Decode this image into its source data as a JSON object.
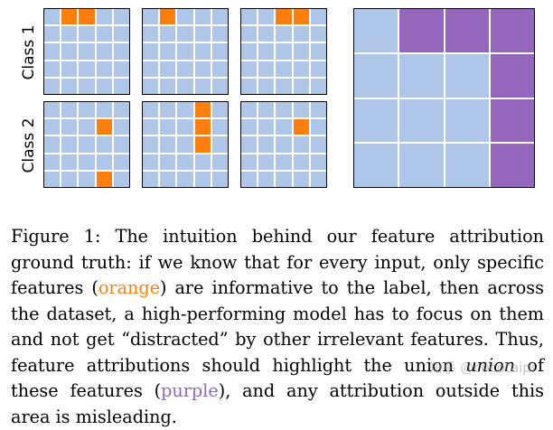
{
  "figure": {
    "row_labels": [
      "Class 1",
      "Class 2"
    ],
    "colors": {
      "feature": "#aec7e8",
      "informative": "#ff7f0e",
      "union": "#9467bd"
    },
    "small_grid_size": 5,
    "small_grids": [
      {
        "class": "Class 1",
        "informative": [
          [
            0,
            1
          ],
          [
            0,
            2
          ]
        ]
      },
      {
        "class": "Class 1",
        "informative": [
          [
            0,
            1
          ]
        ]
      },
      {
        "class": "Class 1",
        "informative": [
          [
            0,
            2
          ],
          [
            0,
            3
          ]
        ]
      },
      {
        "class": "Class 2",
        "informative": [
          [
            1,
            3
          ],
          [
            4,
            3
          ]
        ]
      },
      {
        "class": "Class 2",
        "informative": [
          [
            0,
            3
          ],
          [
            1,
            3
          ],
          [
            2,
            3
          ]
        ]
      },
      {
        "class": "Class 2",
        "informative": [
          [
            1,
            3
          ]
        ]
      }
    ],
    "union_grid": {
      "size": 4,
      "union": [
        [
          0,
          1
        ],
        [
          0,
          2
        ],
        [
          0,
          3
        ],
        [
          1,
          3
        ],
        [
          2,
          3
        ],
        [
          3,
          3
        ]
      ]
    }
  },
  "caption": {
    "part1": "Figure 1: The intuition behind our feature attribution ground truth: if we know that for every input, only specific features (",
    "orange_word": "orange",
    "part2": ") are informative to the label, then across the dataset, a high-performing model has to focus on them and not get “distracted” by other irrelevant features. Thus, feature attributions should highlight the union ",
    "italic_word": "union",
    "part3": " of these features (",
    "purple_word": "purple",
    "part4": "), and any attribution outside this area is misleading."
  },
  "watermark": "知乎 @cocotaipi"
}
